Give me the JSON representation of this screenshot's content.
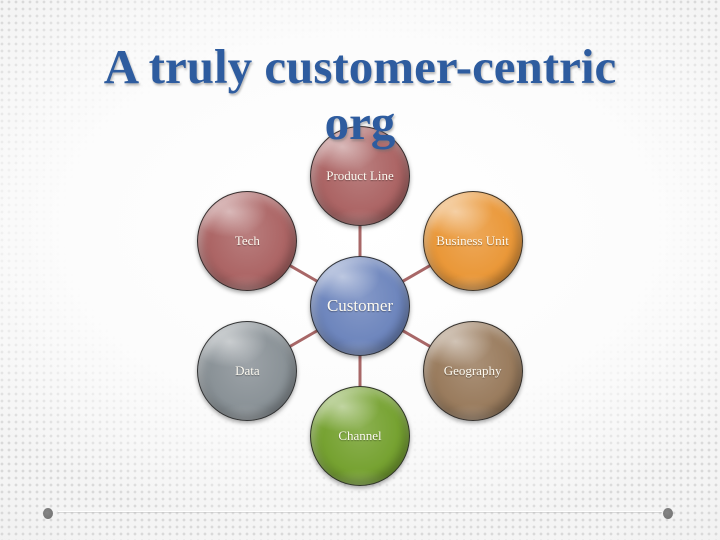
{
  "slide": {
    "title": {
      "lines": [
        "A truly customer-centric",
        "org"
      ],
      "color": "#2E5C9F"
    },
    "diagram": {
      "center": {
        "id": "customer",
        "label": "Customer",
        "color": "#6E86BD"
      },
      "nodes": [
        {
          "id": "product-line",
          "label": "Product Line",
          "color": "#AC6565"
        },
        {
          "id": "business-unit",
          "label": "Business Unit",
          "color": "#EA9839"
        },
        {
          "id": "geography",
          "label": "Geography",
          "color": "#9A7C5E"
        },
        {
          "id": "channel",
          "label": "Channel",
          "color": "#76A231"
        },
        {
          "id": "data",
          "label": "Data",
          "color": "#8A9297"
        },
        {
          "id": "tech",
          "label": "Tech",
          "color": "#AC6565"
        }
      ],
      "connector_color": "#A86767"
    },
    "footer": {
      "dot_color": "#868686"
    }
  }
}
